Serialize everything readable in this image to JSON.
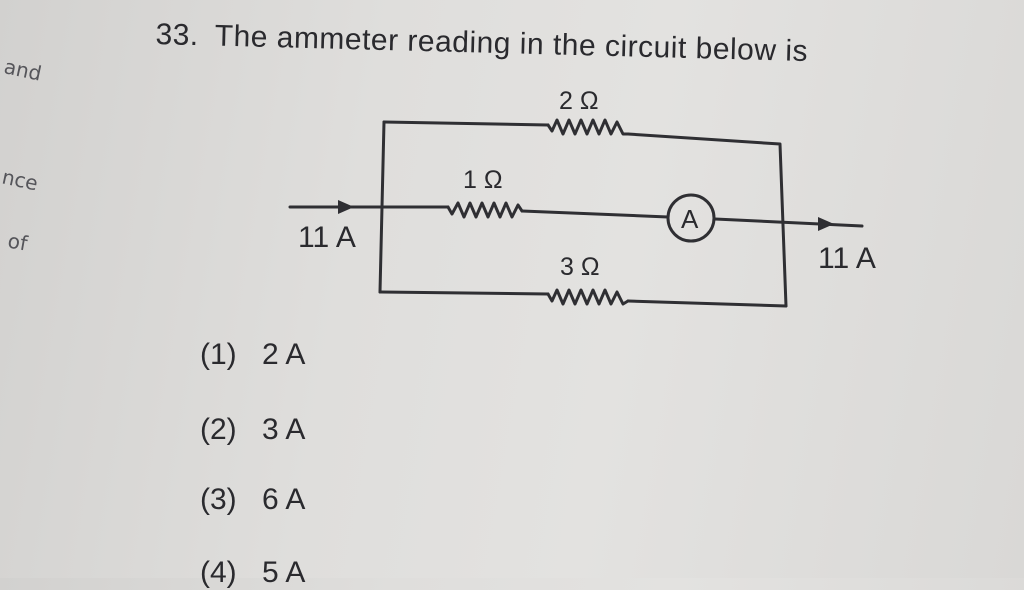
{
  "margin_notes": [
    "and",
    "nce",
    "of"
  ],
  "question": {
    "number": "33.",
    "text": "The ammeter reading in the circuit below is"
  },
  "circuit": {
    "resistor_top": "2 Ω",
    "resistor_middle": "1 Ω",
    "resistor_bottom": "3 Ω",
    "ammeter": "A",
    "input_current": "11 A",
    "output_current": "11 A"
  },
  "options": [
    {
      "num": "(1)",
      "text": "2 A"
    },
    {
      "num": "(2)",
      "text": "3 A"
    },
    {
      "num": "(3)",
      "text": "6 A"
    },
    {
      "num": "(4)",
      "text": "5 A"
    }
  ]
}
